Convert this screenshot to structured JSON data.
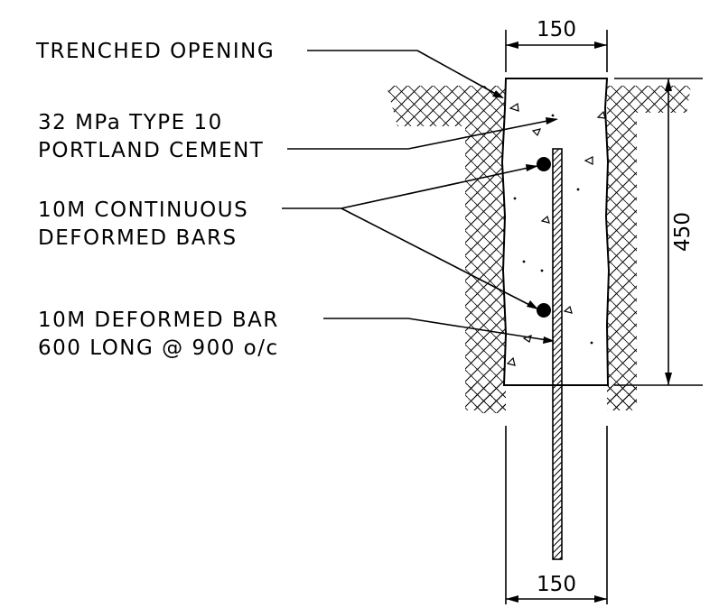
{
  "labels": {
    "trenched_opening": "TRENCHED OPENING",
    "cement_line1": "32 MPa TYPE 10",
    "cement_line2": "PORTLAND CEMENT",
    "bars_line1": "10M CONTINUOUS",
    "bars_line2": "DEFORMED BARS",
    "bar_line1": "10M DEFORMED BAR",
    "bar_line2": "600 LONG @ 900 o/c"
  },
  "dimensions": {
    "top_width": "150",
    "depth": "450",
    "bottom_width": "150"
  }
}
